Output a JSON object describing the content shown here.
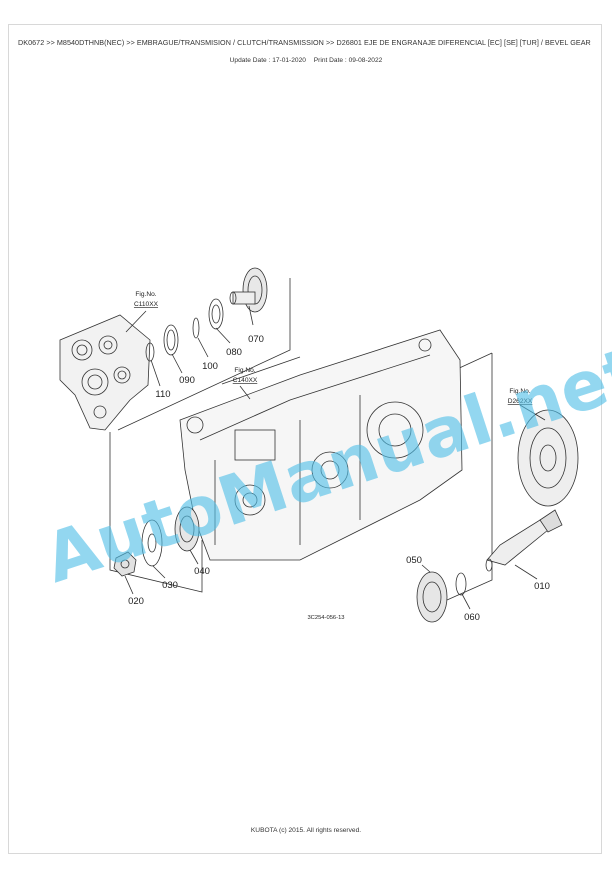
{
  "header": {
    "breadcrumb": "DK0672 >> M8540DTHNB(NEC) >> EMBRAGUE/TRANSMISION / CLUTCH/TRANSMISSION >> D26801   EJE DE ENGRANAJE DIFERENCIAL [EC] [SE] [TUR] / BEVEL GEAR",
    "update_date": "Update Date : 17-01-2020",
    "print_date": "Print Date : 09-08-2022"
  },
  "diagram": {
    "fig_refs": [
      {
        "line1": "Fig.No.",
        "line2": "C110XX"
      },
      {
        "line1": "Fig.No.",
        "line2": "C140XX"
      },
      {
        "line1": "Fig.No.",
        "line2": "D262XX"
      }
    ],
    "part_labels": [
      "070",
      "080",
      "100",
      "090",
      "110",
      "010",
      "050",
      "060",
      "040",
      "030",
      "020"
    ],
    "drawing_code": "3C254-056-13"
  },
  "watermark": "AutoManual.net",
  "footer": "KUBOTA (c) 2015. All rights reserved.",
  "colors": {
    "watermark": "#50bee6",
    "line": "#333333"
  }
}
